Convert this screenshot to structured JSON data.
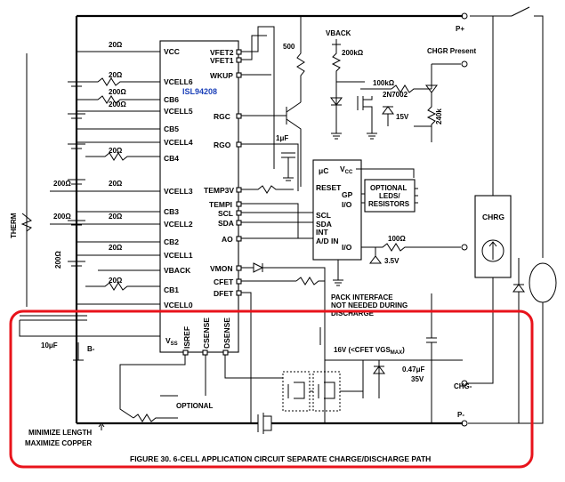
{
  "figure_title": "FIGURE 30.  6-CELL APPLICATION CIRCUIT SEPARATE CHARGE/DISCHARGE PATH",
  "ic": {
    "name": "ISL94208",
    "left_pins": [
      "VCC",
      "VCELL6",
      "CB6",
      "VCELL5",
      "CB5",
      "VCELL4",
      "CB4",
      "VCELL3",
      "CB3",
      "VCELL2",
      "CB2",
      "VCELL1",
      "VBACK",
      "CB1",
      "VCELL0"
    ],
    "right_pins": [
      "VFET2",
      "VFET1",
      "WKUP",
      "RGC",
      "RGO",
      "TEMP3V",
      "TEMPI",
      "SCL",
      "SDA",
      "AO",
      "VMON",
      "CFET",
      "DFET"
    ],
    "bottom_vss": "V",
    "bottom_vss_sub": "SS",
    "bottom_pins": [
      "ISREF",
      "CSENSE",
      "DSENSE"
    ]
  },
  "uc": {
    "title": "μC",
    "vcc": "V",
    "vcc_sub": "CC",
    "pins": [
      "RESET",
      "GP",
      "I/O",
      "SCL",
      "SDA",
      "INT",
      "A/D IN",
      "I/O"
    ],
    "optional_box": [
      "OPTIONAL",
      "LEDS/",
      "RESISTORS"
    ]
  },
  "charger": {
    "label": "CHRG"
  },
  "labels": {
    "p_plus": "P+",
    "p_minus": "P-",
    "chg_minus": "CHG-",
    "vback": "VBACK",
    "chgr_present": "CHGR Present",
    "r_200k": "200kΩ",
    "r_100k": "100kΩ",
    "fet_2n7002": "2N7002",
    "z_15v": "15V",
    "r_240k": "240k",
    "r_500": "500",
    "c_1uf": "1μF",
    "r_100": "100Ω",
    "z_3v5": "3.5V",
    "pack_interface": [
      "PACK INTERFACE",
      "NOT NEEDED DURING",
      "DISCHARGE"
    ],
    "z_16v_pre": "16V (<CFET VGS",
    "z_16v_sub": "MAX",
    "z_16v_post": ")",
    "c_047": "0.47μF",
    "c_047_v": "35V",
    "r_20": "20Ω",
    "r_200": "200Ω",
    "c_10uf": "10μF",
    "b_minus": "B-",
    "therm": "THERM",
    "optional": "OPTIONAL",
    "min_length": "MINIMIZE LENGTH",
    "max_copper": "MAXIMIZE COPPER"
  },
  "colors": {
    "highlight": "#e8131b",
    "ic_name": "#1a3fb8",
    "wire": "#000000"
  }
}
